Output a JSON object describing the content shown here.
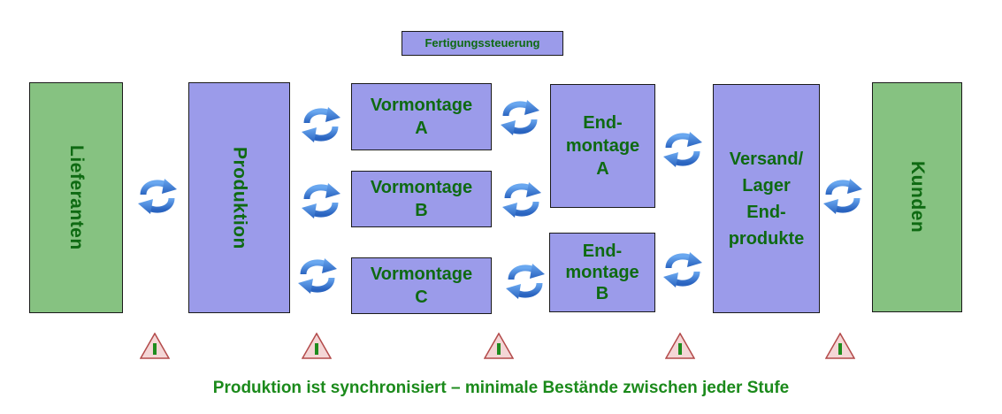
{
  "header": {
    "control_label": "Fertigungssteuerung"
  },
  "stages": {
    "lieferanten": "Lieferanten",
    "produktion": "Produktion",
    "vormontage_a": [
      "Vormontage",
      "A"
    ],
    "vormontage_b": [
      "Vormontage",
      "B"
    ],
    "vormontage_c": [
      "Vormontage",
      "C"
    ],
    "endmontage_a": [
      "End-",
      "montage",
      "A"
    ],
    "endmontage_b": [
      "End-",
      "montage",
      "B"
    ],
    "versand": [
      "Versand/",
      "Lager",
      "End-",
      "produkte"
    ],
    "kunden": "Kunden"
  },
  "caption": "Produktion ist synchronisiert – minimale Bestände zwischen jeder Stufe",
  "icons": {
    "cycle": "refresh-cycle-icon",
    "warning": "warning-triangle-icon"
  },
  "colors": {
    "green_box": "#86c281",
    "purple_box": "#9b9bea",
    "text_green": "#0e6a12",
    "cycle_blue": "#3a78d4",
    "warning_fill": "#f4d6d6"
  }
}
